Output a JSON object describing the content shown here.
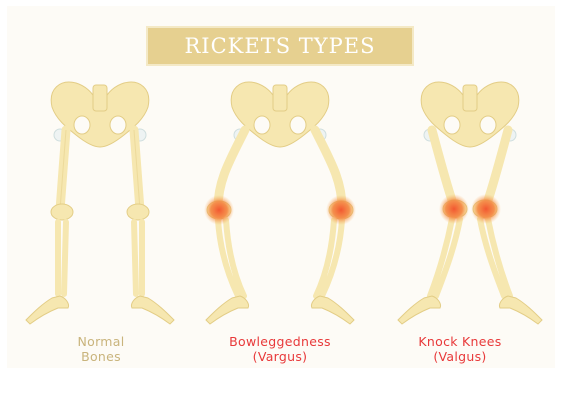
{
  "title": "RICKETS TYPES",
  "figures": [
    {
      "key": "normal",
      "line1": "Normal",
      "line2": "Bones",
      "color": "#c9b47c"
    },
    {
      "key": "bowleg",
      "line1": "Bowleggedness",
      "line2": "(Vargus)",
      "color": "#e8393a"
    },
    {
      "key": "knock",
      "line1": "Knock Knees",
      "line2": "(Valgus)",
      "color": "#e8393a"
    }
  ],
  "colors": {
    "bone": "#f6e7b0",
    "bone_stroke": "#e3cd86",
    "inflammation": "#f07a3a"
  }
}
